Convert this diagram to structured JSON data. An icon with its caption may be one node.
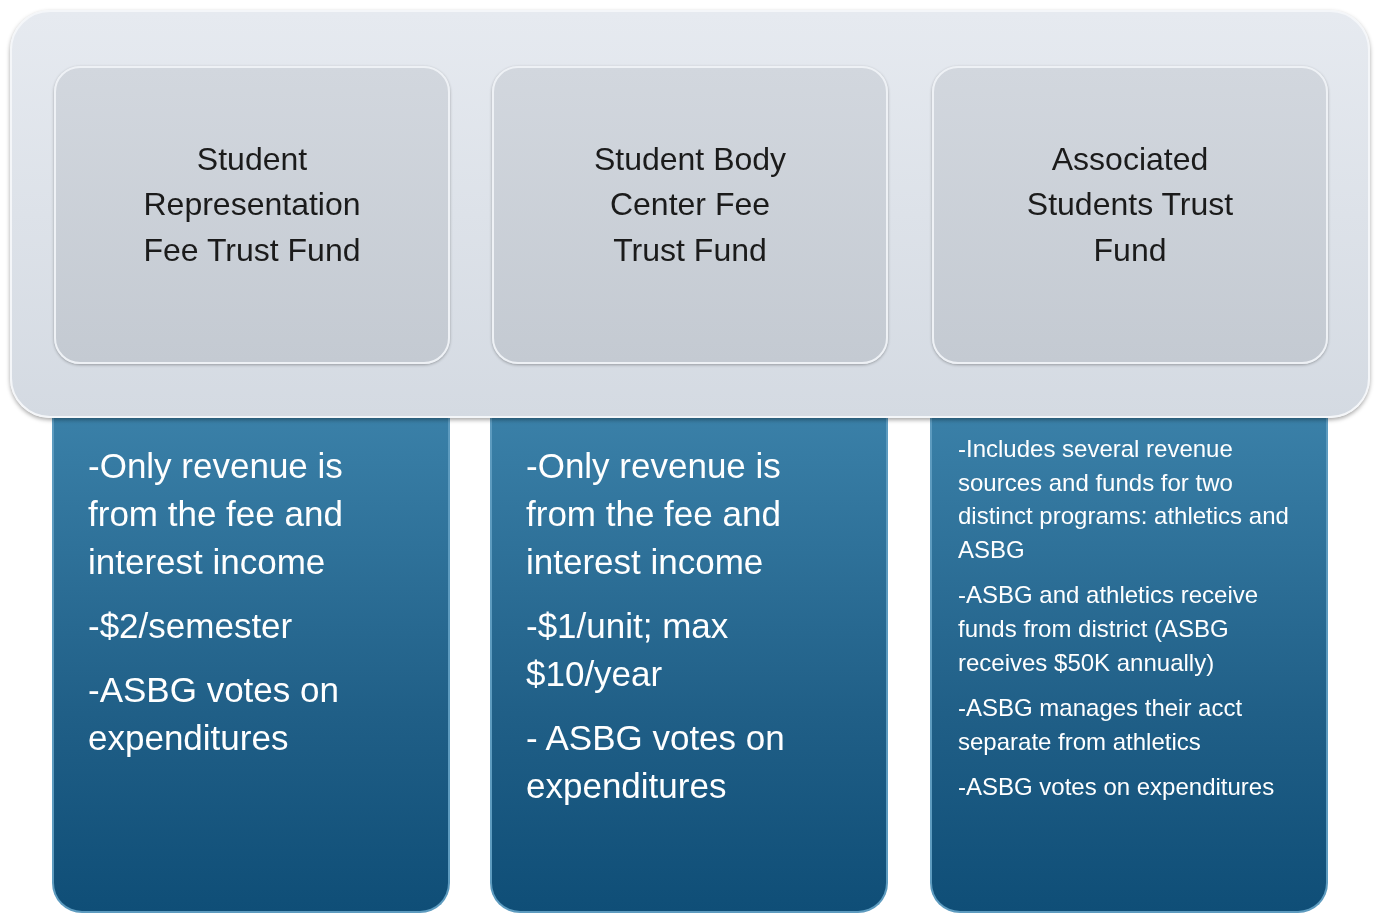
{
  "diagram": {
    "nodes": [
      {
        "text": [],
        "shape": "box"
      },
      {
        "text": [
          "Student Representation Fee Trust Fund"
        ],
        "in": 0
      },
      {
        "text": [
          "Student Body Center Fee Trust Fund"
        ],
        "in": 0
      },
      {
        "text": [
          "Associated Students Trust Fund"
        ],
        "in": 0
      },
      {
        "text": [
          "-Only revenue is from the fee and interest income",
          "-$2/semester",
          "-ASBG votes on expenditures"
        ]
      },
      {
        "text": [
          "-Only revenue is from the fee and interest income",
          "-$1/unit; max $10/year",
          "- ASBG votes on expenditures"
        ]
      },
      {
        "text": [
          "-Includes several revenue sources and funds for two distinct programs: athletics and ASBG",
          "-ASBG and athletics receive funds from district (ASBG receives $50K annually)",
          "-ASBG manages their acct separate from athletics",
          "-ASBG votes on expenditures"
        ]
      }
    ]
  }
}
